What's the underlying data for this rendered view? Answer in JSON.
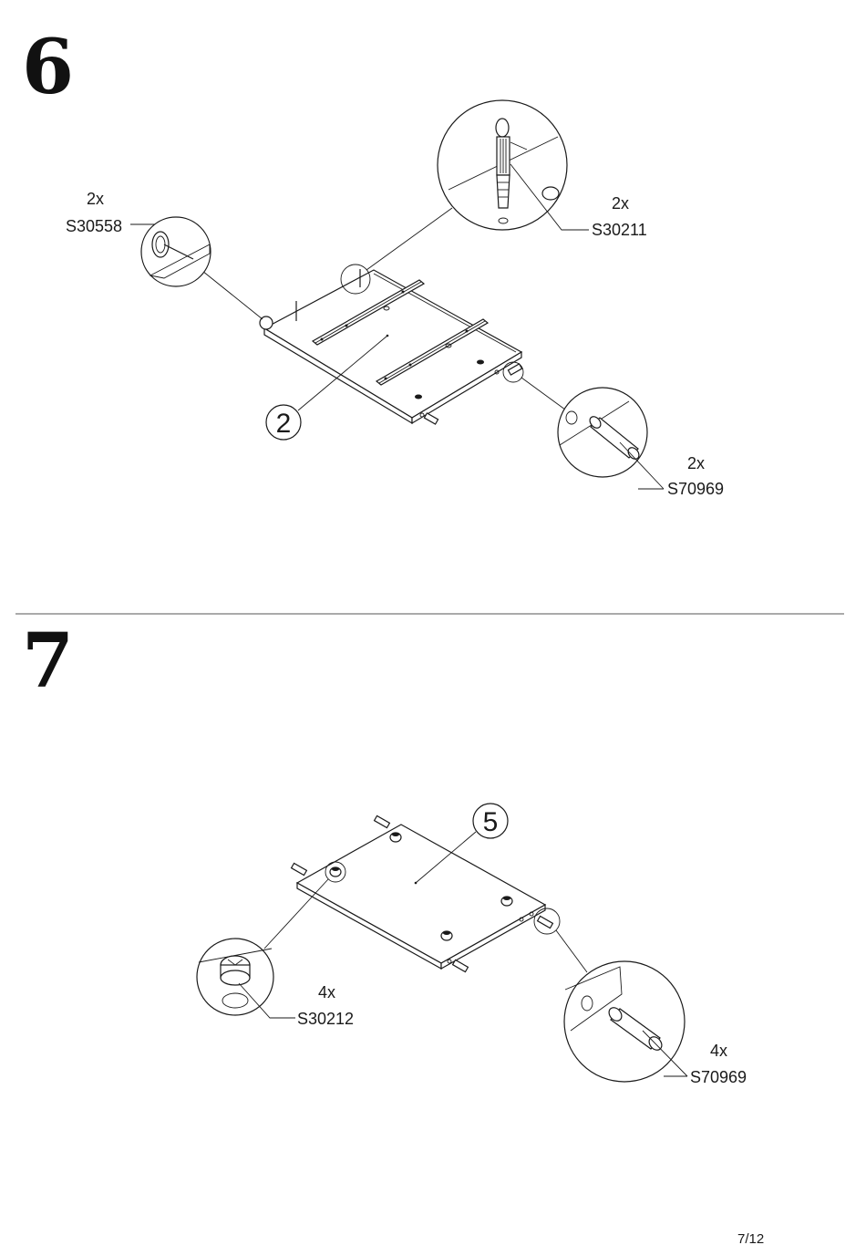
{
  "page": {
    "number": "7/12"
  },
  "steps": [
    {
      "number": "6",
      "panel_part": "2",
      "callouts": [
        {
          "qty": "2x",
          "part": "S30558",
          "icon": "nail-icon"
        },
        {
          "qty": "2x",
          "part": "S30211",
          "icon": "screw-dowel-icon"
        },
        {
          "qty": "2x",
          "part": "S70969",
          "icon": "wooden-dowel-icon"
        }
      ]
    },
    {
      "number": "7",
      "panel_part": "5",
      "callouts": [
        {
          "qty": "4x",
          "part": "S30212",
          "icon": "cam-lock-icon"
        },
        {
          "qty": "4x",
          "part": "S70969",
          "icon": "wooden-dowel-icon"
        }
      ]
    }
  ]
}
